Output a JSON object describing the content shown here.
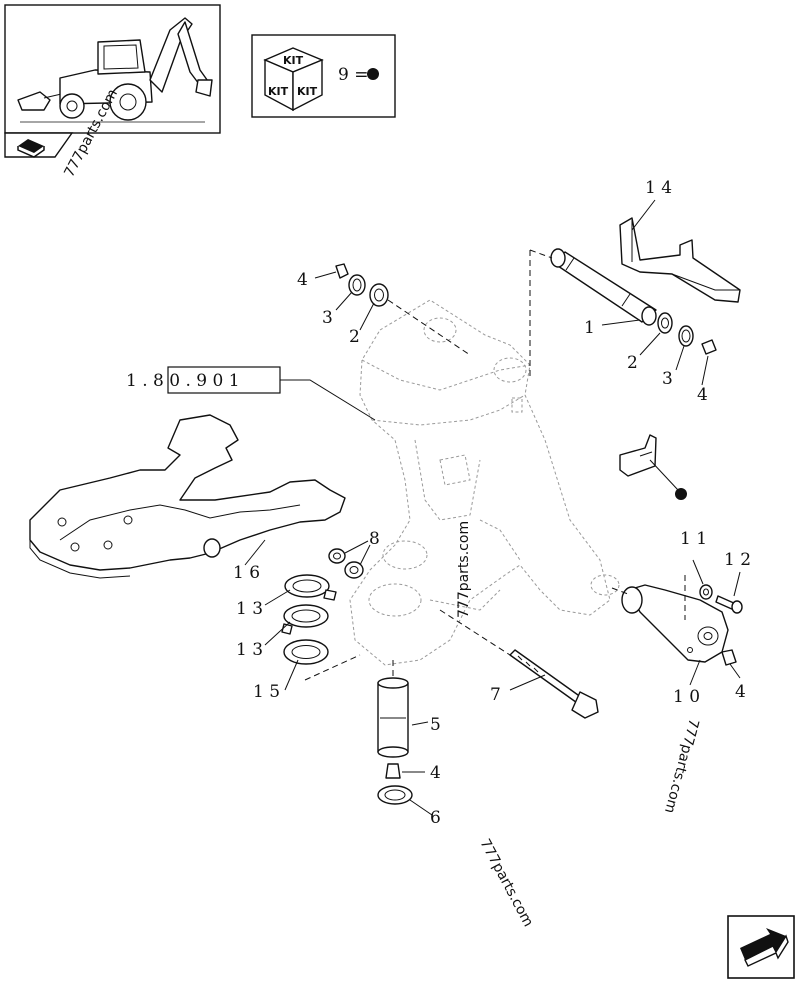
{
  "legend": {
    "kit_box_label": "KIT",
    "kit_side_labels": [
      "KIT",
      "KIT"
    ],
    "kit_equation": "9 ="
  },
  "reference": {
    "code": "1 . 8 0 . 9  0 1"
  },
  "callouts": [
    {
      "id": "c14",
      "text": "1 4"
    },
    {
      "id": "c4a",
      "text": "4"
    },
    {
      "id": "c3a",
      "text": "3"
    },
    {
      "id": "c2a",
      "text": "2"
    },
    {
      "id": "c1",
      "text": "1"
    },
    {
      "id": "c2b",
      "text": "2"
    },
    {
      "id": "c3b",
      "text": "3"
    },
    {
      "id": "c4b",
      "text": "4"
    },
    {
      "id": "c16",
      "text": "1 6"
    },
    {
      "id": "c8",
      "text": "8"
    },
    {
      "id": "c13a",
      "text": "1 3"
    },
    {
      "id": "c13b",
      "text": "1 3"
    },
    {
      "id": "c15",
      "text": "1 5"
    },
    {
      "id": "c11",
      "text": "1 1"
    },
    {
      "id": "c12",
      "text": "1 2"
    },
    {
      "id": "c10",
      "text": "1 0"
    },
    {
      "id": "c4c",
      "text": "4"
    },
    {
      "id": "c7",
      "text": "7"
    },
    {
      "id": "c5",
      "text": "5"
    },
    {
      "id": "c4d",
      "text": "4"
    },
    {
      "id": "c6",
      "text": "6"
    }
  ],
  "watermarks": [
    "777parts.com",
    "777parts.com",
    "777parts.com",
    "777parts.com"
  ],
  "icons": {
    "thumbnail": "backhoe-loader-thumbnail-icon",
    "book": "book-icon",
    "kit": "kit-cube-icon",
    "bullet": "filled-circle-icon",
    "next": "next-page-arrow-icon"
  }
}
